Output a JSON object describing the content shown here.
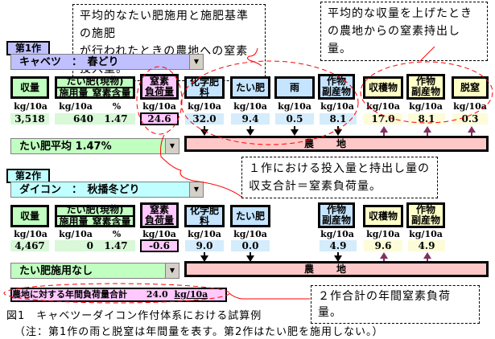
{
  "callouts": {
    "input": [
      "平均的なたい肥施用と施肥基準の施肥",
      "が行われたときの農地への窒素投入量。"
    ],
    "output": [
      "平均的な収量を上げたとき",
      "の農地からの窒素持出し量。"
    ],
    "balance": [
      "１作における投入量と持出し量の",
      "収支合計＝窒素負荷量。"
    ],
    "annual": "２作合計の年間窒素負荷量。"
  },
  "crops": [
    {
      "tag": "第1作",
      "crop_select": "キャベツ　：　春どり",
      "crop_color": "#c0c0ff",
      "tag_color": "#c0c0ff",
      "headers": {
        "yield": "収量",
        "compost_title": "たい肥(現物)",
        "compost_amount": "施用量",
        "compost_n": "窒素含量",
        "load": [
          "窒素",
          "負荷量"
        ]
      },
      "units": {
        "yield": "kg/10a",
        "compost_amount": "kg/10a",
        "compost_n": "%",
        "load": "kg/10a"
      },
      "values": {
        "yield": "3,518",
        "compost_amount": "640",
        "compost_n": "1.47",
        "load": "24.6"
      },
      "inputs": [
        {
          "label": [
            "化学肥料"
          ],
          "unit": "kg/10a",
          "value": "32.0"
        },
        {
          "label": [
            "たい肥"
          ],
          "unit": "kg/10a",
          "value": "9.4"
        },
        {
          "label": [
            "雨"
          ],
          "unit": "kg/10a",
          "value": "0.5"
        },
        {
          "label": [
            "作物",
            "副産物"
          ],
          "unit": "kg/10a",
          "value": "8.1"
        }
      ],
      "outputs": [
        {
          "label": [
            "収穫物"
          ],
          "unit": "kg/10a",
          "value": "17.0"
        },
        {
          "label": [
            "作物",
            "副産物"
          ],
          "unit": "kg/10a",
          "value": "8.1"
        },
        {
          "label": [
            "脱窒"
          ],
          "unit": "kg/10a",
          "value": "0.3"
        }
      ],
      "compost_select": "たい肥平均 1.47%",
      "field_label": "農地"
    },
    {
      "tag": "第2作",
      "crop_select": "ダイコン　：　秋播冬どり",
      "crop_color": "#c0ffff",
      "tag_color": "#c0ffff",
      "headers": {
        "yield": "収量",
        "compost_title": "たい肥(現物)",
        "compost_amount": "施用量",
        "compost_n": "窒素含量",
        "load": [
          "窒素",
          "負荷量"
        ]
      },
      "units": {
        "yield": "kg/10a",
        "compost_amount": "kg/10a",
        "compost_n": "%",
        "load": "kg/10a"
      },
      "values": {
        "yield": "4,467",
        "compost_amount": "0",
        "compost_n": "1.47",
        "load": "-0.6"
      },
      "inputs": [
        {
          "label": [
            "化学肥料"
          ],
          "unit": "kg/10a",
          "value": "9.0"
        },
        {
          "label": [
            "たい肥"
          ],
          "unit": "kg/10a",
          "value": "0.0"
        },
        {
          "label": [
            "作物",
            "副産物"
          ],
          "unit": "kg/10a",
          "value": "4.9"
        }
      ],
      "outputs": [
        {
          "label": [
            "収穫物"
          ],
          "unit": "kg/10a",
          "value": "9.6"
        },
        {
          "label": [
            "作物",
            "副産物"
          ],
          "unit": "kg/10a",
          "value": "4.9"
        }
      ],
      "compost_select": "たい肥施用なし",
      "field_label": "農地"
    }
  ],
  "annual_total": {
    "label": "農地に対する年間負荷量合計",
    "value": "24.0",
    "unit": "kg/10a"
  },
  "caption": {
    "title": "図1　キャベツーダイコン作付体系における試算例",
    "note": "（注：第1作の雨と脱窒は年間量を表す。第2作はたい肥を施用しない。）"
  },
  "colors": {
    "yield_green": "#c0ffc0",
    "load_pink": "#ffc8ff",
    "input_blue": "#c4e4ff",
    "output_yellow": "#ffffc8",
    "field_pink": "#ffc8c8",
    "callout_line": "#ff0000",
    "output_arrow": "#803060"
  }
}
